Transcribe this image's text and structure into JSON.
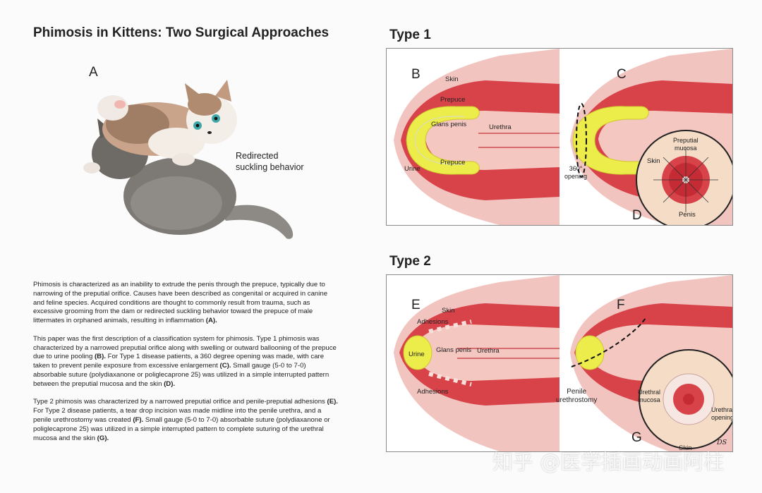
{
  "title": "Phimosis in Kittens: Two Surgical Approaches",
  "figure_a": {
    "letter": "A",
    "caption_line1": "Redirected",
    "caption_line2": "suckling behavior"
  },
  "type1": {
    "heading": "Type 1",
    "b": {
      "letter": "B",
      "skin": "Skin",
      "prepuce_top": "Prepuce",
      "glans": "Glans penis",
      "urethra": "Urethra",
      "urine": "Urine",
      "prepuce_bottom": "Prepuce"
    },
    "c": {
      "letter": "C",
      "opening_line1": "360°",
      "opening_line2": "opening"
    },
    "d": {
      "letter": "D",
      "skin": "Skin",
      "mucosa_line1": "Preputial",
      "mucosa_line2": "mucosa",
      "penis": "Penis"
    }
  },
  "type2": {
    "heading": "Type 2",
    "e": {
      "letter": "E",
      "skin": "Skin",
      "adhesions_top": "Adhesions",
      "glans": "Glans penis",
      "urethra": "Urethra",
      "urine": "Urine",
      "adhesions_bottom": "Adhesions"
    },
    "f": {
      "letter": "F",
      "urethrostomy_line1": "Penile",
      "urethrostomy_line2": "urethrostomy"
    },
    "g": {
      "letter": "G",
      "mucosa_line1": "Urethral",
      "mucosa_line2": "mucosa",
      "opening_line1": "Urethral",
      "opening_line2": "opening",
      "skin": "Skin",
      "signature": "DS"
    }
  },
  "text": {
    "p1_a": "Phimosis is characterized as an inability to extrude the penis through the prepuce, typically due to narrowing of the preputial orifice. Causes have been described as congenital or acquired in canine and feline species. Acquired conditions are thought to commonly result from trauma, such as excessive grooming from the dam or redirected suckling behavior toward the prepuce of male littermates in orphaned animals, resulting in inflammation ",
    "p1_ref": "(A).",
    "p2_a": "This paper was the first description of a classification system for phimosis. Type 1 phimosis was characterized by a narrowed preputial orifice along with swelling or outward ballooning of the prepuce due to urine pooling ",
    "p2_ref1": "(B).",
    "p2_b": " For Type 1 disease patients, a 360 degree opening was made, with care taken to prevent penile exposure from excessive enlargement ",
    "p2_ref2": "(C).",
    "p2_c": " Small gauge (5-0 to 7-0) absorbable suture (polydiaxanone or poliglecaprone 25) was utilized in a simple interrupted pattern between the preputial mucosa and the skin ",
    "p2_ref3": "(D).",
    "p3_a": "Type 2 phimosis was characterized by a narrowed preputial orifice and penile-preputial adhesions ",
    "p3_ref1": "(E).",
    "p3_b": " For Type 2 disease patients, a tear drop incision was made midline into the penile urethra, and a penile urethrostomy was created ",
    "p3_ref2": "(F).",
    "p3_c": " Small gauge (5-0 to 7-0) absorbable suture (polydiaxanone or poliglecaprone 25) was utilized in a simple interrupted pattern to complete suturing of the urethral mucosa and the skin ",
    "p3_ref3": "(G)."
  },
  "watermark": "知乎 @医学插画动画阿柱",
  "colors": {
    "tissue": "#d8434a",
    "tissue_light": "#f0b9b3",
    "glans": "#ecec4a",
    "skin": "#f4dcc6",
    "border": "#8a8a8a"
  }
}
